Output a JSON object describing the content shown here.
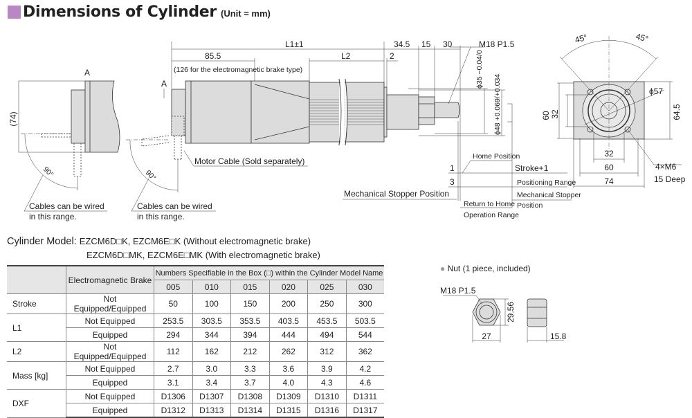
{
  "title": "Dimensions of Cylinder",
  "unit": "(Unit = mm)",
  "drawing": {
    "view_a_left": "A",
    "view_a_arrow": "A",
    "height_74": "(74)",
    "angle_left": "90°",
    "angle_mid": "90°",
    "cables_note_1a": "Cables can be wired",
    "cables_note_1b": "in this range.",
    "cables_note_2a": "Cables can be wired",
    "cables_note_2b": "in this range.",
    "motor_cable": "Motor Cable (Sold separately)",
    "l1": "L1±1",
    "dim_85_5": "85.5",
    "brake_note": "(126 for the electromagnetic brake type)",
    "l2": "L2",
    "dim_34_5": "34.5",
    "dim_15": "15",
    "dim_30": "30",
    "dim_2": "2",
    "thread": "M18 P1.5",
    "dia35": "ϕ35 −0.04/0",
    "dia48": "ϕ48 +0.069/+0.034",
    "home_position": "Home Position",
    "dim_1": "1",
    "stroke_plus_1": "Stroke+1",
    "dim_3": "3",
    "positioning_range": "Positioning Range",
    "mech_stopper_left": "Mechanical Stopper Position",
    "mech_stopper_right_a": "Mechanical Stopper",
    "mech_stopper_right_b": "Position",
    "return_home_a": "Return to Home",
    "return_home_b": "Operation Range",
    "end_45_left": "45°",
    "end_45_right": "45°",
    "end_60_v": "60",
    "end_32_v": "32",
    "end_dia57": "ϕ57",
    "end_64_5": "64.5",
    "end_32_h": "32",
    "end_60_h": "60",
    "end_74_h": "74",
    "end_m6": "4×M6",
    "end_deep": "15 Deep"
  },
  "model": {
    "label": "Cylinder Model:",
    "line1": "EZCM6D□K, EZCM6E□K (Without electromagnetic brake)",
    "line2": "EZCM6D□MK, EZCM6E□MK (With electromagnetic brake)"
  },
  "table": {
    "brake_header": "Electromagnetic Brake",
    "group_header": "Numbers Specifiable in the Box (□) within the Cylinder Model Name",
    "columns": [
      "005",
      "010",
      "015",
      "020",
      "025",
      "030"
    ],
    "rows": [
      {
        "label": "Stroke",
        "brake": "Not Equipped/Equipped",
        "values": [
          "50",
          "100",
          "150",
          "200",
          "250",
          "300"
        ]
      },
      {
        "label": "L1",
        "brake": "Not Equipped",
        "values": [
          "253.5",
          "303.5",
          "353.5",
          "403.5",
          "453.5",
          "503.5"
        ]
      },
      {
        "label": "",
        "brake": "Equipped",
        "values": [
          "294",
          "344",
          "394",
          "444",
          "494",
          "544"
        ]
      },
      {
        "label": "L2",
        "brake": "Not Equipped/Equipped",
        "values": [
          "112",
          "162",
          "212",
          "262",
          "312",
          "362"
        ]
      },
      {
        "label": "Mass [kg]",
        "brake": "Not Equipped",
        "values": [
          "2.7",
          "3.0",
          "3.3",
          "3.6",
          "3.9",
          "4.2"
        ]
      },
      {
        "label": "",
        "brake": "Equipped",
        "values": [
          "3.1",
          "3.4",
          "3.7",
          "4.0",
          "4.3",
          "4.6"
        ]
      },
      {
        "label": "DXF",
        "brake": "Not Equipped",
        "values": [
          "D1306",
          "D1307",
          "D1308",
          "D1309",
          "D1310",
          "D1311"
        ]
      },
      {
        "label": "",
        "brake": "Equipped",
        "values": [
          "D1312",
          "D1313",
          "D1314",
          "D1315",
          "D1316",
          "D1317"
        ]
      }
    ]
  },
  "nut": {
    "bullet": "●",
    "title": "Nut (1 piece, included)",
    "thread": "M18 P1.5",
    "height": "29.56",
    "width": "27",
    "thickness": "15.8"
  },
  "colors": {
    "accent": "#b987c4",
    "body": "#dcdcdc",
    "header": "#e6e6e6"
  }
}
